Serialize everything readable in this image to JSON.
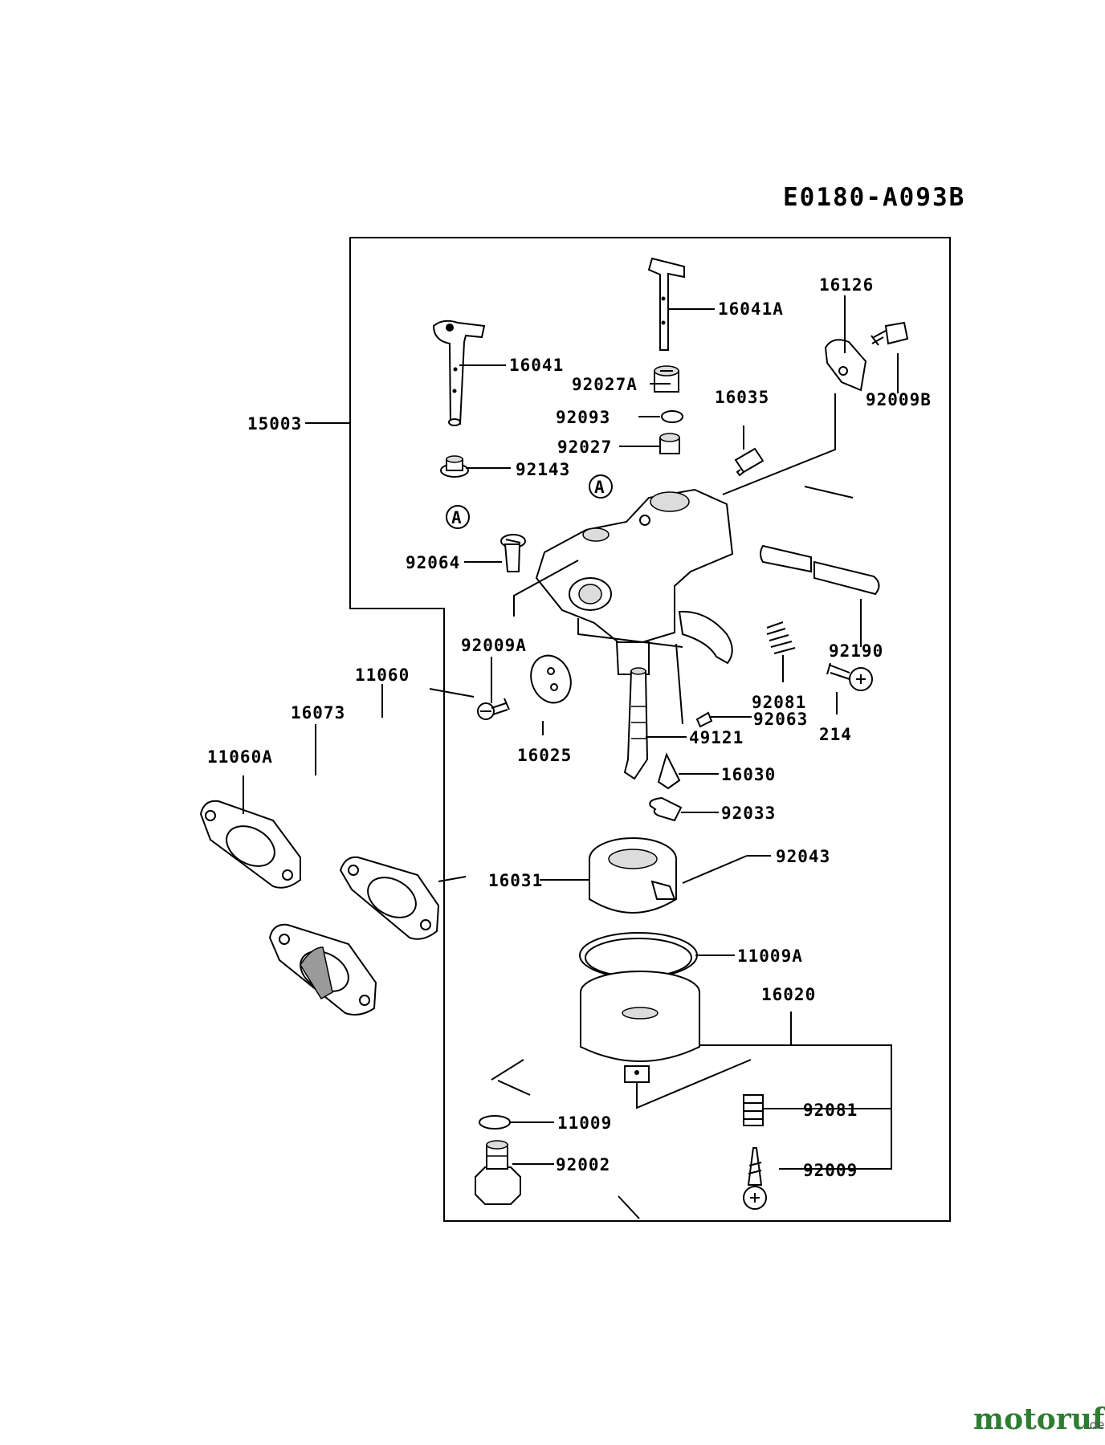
{
  "diagram_id": "E0180-A093B",
  "callouts": {
    "c16041A": "16041A",
    "c16126": "16126",
    "c16041": "16041",
    "c92027A": "92027A",
    "c92009B": "92009B",
    "c15003": "15003",
    "c92093": "92093",
    "c16035": "16035",
    "c92027": "92027",
    "c92143": "92143",
    "cA_top": "A",
    "cA_left": "A",
    "c92064": "92064",
    "c92009A": "92009A",
    "c92190": "92190",
    "c11060": "11060",
    "c16073": "16073",
    "c92081_top": "92081",
    "c92063": "92063",
    "c11060A": "11060A",
    "c49121": "49121",
    "c214": "214",
    "c16025": "16025",
    "c16030": "16030",
    "c92033": "92033",
    "c92043": "92043",
    "c16031": "16031",
    "c11009A": "11009A",
    "c16020": "16020",
    "c11009": "11009",
    "c92081_bot": "92081",
    "c92002": "92002",
    "c92009": "92009"
  },
  "watermark": {
    "name": "motoruf",
    "tld": ".de",
    "colors": {
      "primary": "#2e7d32",
      "accent": "#d32f2f",
      "tld": "#555555"
    }
  }
}
